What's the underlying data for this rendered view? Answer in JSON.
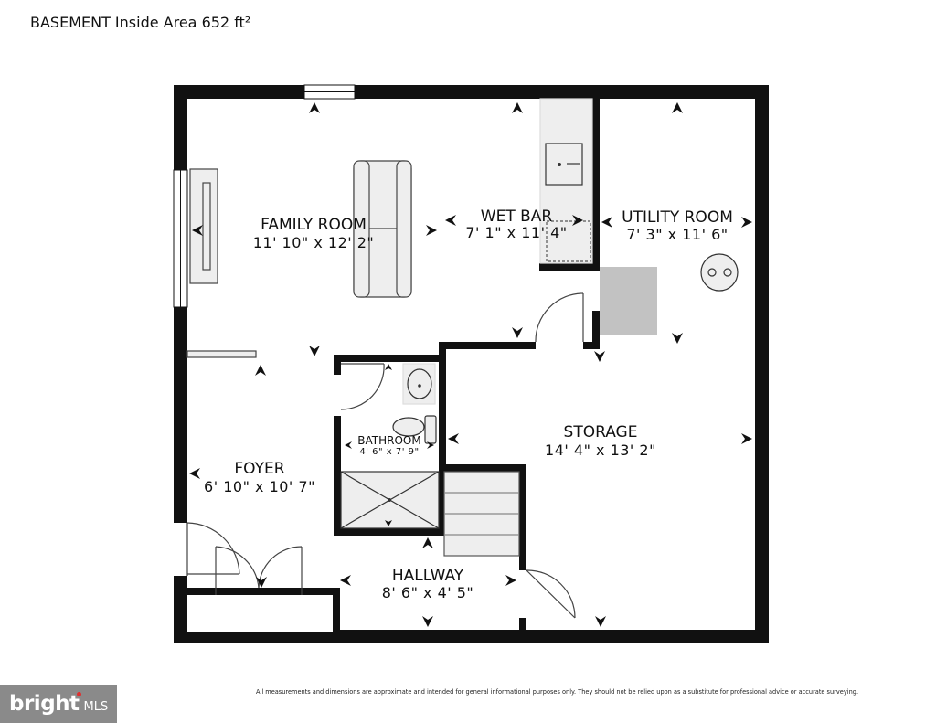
{
  "header": {
    "title": "BASEMENT Inside Area 652 ft²"
  },
  "rooms": {
    "family_room": {
      "name": "FAMILY ROOM",
      "dims": "11' 10\" x 12' 2\""
    },
    "wet_bar": {
      "name": "WET BAR",
      "dims": "7' 1\" x 11' 4\""
    },
    "utility_room": {
      "name": "UTILITY ROOM",
      "dims": "7' 3\" x 11' 6\""
    },
    "storage": {
      "name": "STORAGE",
      "dims": "14' 4\" x 13' 2\""
    },
    "bathroom": {
      "name": "BATHROOM",
      "dims": "4' 6\" x 7' 9\""
    },
    "foyer": {
      "name": "FOYER",
      "dims": "6' 10\" x 10' 7\""
    },
    "hallway": {
      "name": "HALLWAY",
      "dims": "8' 6\" x 4' 5\""
    }
  },
  "footer": {
    "disclaimer": "All measurements and dimensions are approximate and intended for general informational purposes only. They should not be relied upon as a substitute for professional advice or accurate surveying.",
    "logo_word": "bright",
    "logo_sub": "MLS"
  },
  "colors": {
    "wall": "#111111",
    "fixture_fill": "#eeeeee",
    "chimney_fill": "#c2c2c2",
    "logo_bg": "#8a8a8a"
  }
}
